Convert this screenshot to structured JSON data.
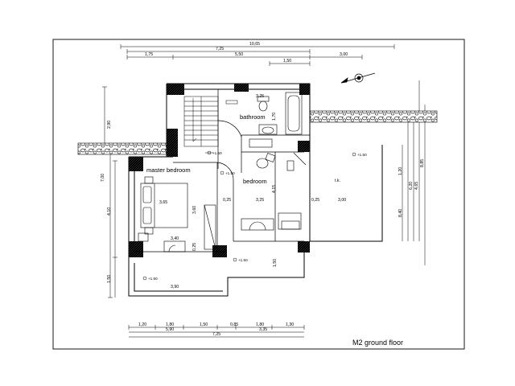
{
  "drawing": {
    "title": "M2 ground floor",
    "rooms": {
      "bathroom": "bathroom",
      "master_bedroom": "master bedroom",
      "bedroom": "bedroom",
      "terrace": "t.k."
    },
    "levels": {
      "stair": "+1.50",
      "bedroom": "+1.50",
      "master": "+1.50",
      "terrace": "+1.50",
      "east": "+1.50"
    },
    "dims_top": {
      "overall": "10,65",
      "row2": "7,25",
      "row3": [
        "1,75",
        "5,50",
        "3,00"
      ],
      "row4": "1,50"
    },
    "dims_interior": {
      "bath_w": "3,25",
      "bath_h": "1,70",
      "master_w": "3,65",
      "master_h": "3,60",
      "master_w2": "3,40",
      "bed_w": "3,25",
      "bed_h": "4,15",
      "wall_a": "0,25",
      "wall_b": "0,25",
      "wall_c": "0,25",
      "east_w": "3,00",
      "lower_h": "1,50",
      "bottom_w": "3,90"
    },
    "dims_left": [
      "2,90",
      "7,00",
      "4,10",
      "1,50"
    ],
    "dims_right": [
      "1,20",
      "6,20",
      "4,65",
      "8,85",
      "8,40"
    ],
    "dims_bottom": {
      "row1": [
        "1,20",
        "1,80",
        "1,50",
        "0,85",
        "1,80",
        "1,30"
      ],
      "row2": [
        "5,90",
        "3,35"
      ],
      "row3": "7,25"
    }
  }
}
